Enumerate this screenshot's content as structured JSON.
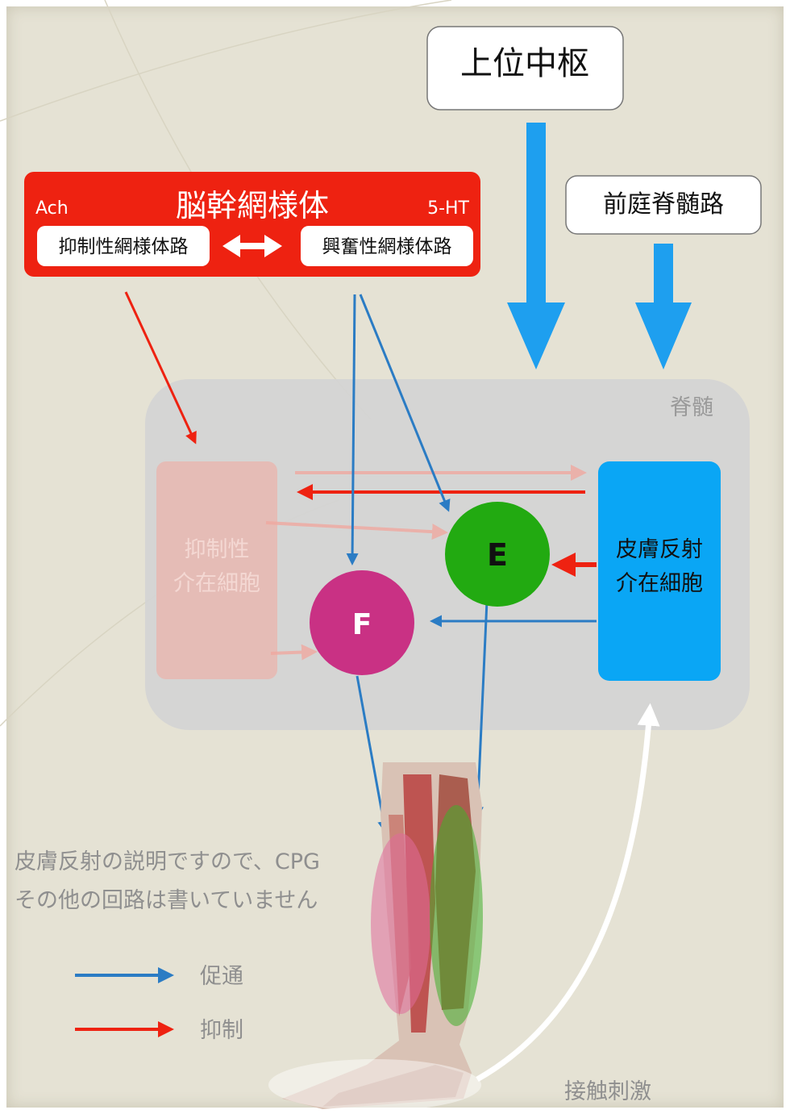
{
  "upper_center": {
    "label": "上位中枢"
  },
  "vestibulospinal": {
    "label": "前庭脊髄路"
  },
  "brainstem": {
    "title": "脳幹網様体",
    "left_tag": "Ach",
    "right_tag": "5-HT",
    "inhibitory_tract": "抑制性網様体路",
    "excitatory_tract": "興奮性網様体路"
  },
  "spinal_cord": {
    "label": "脊髄"
  },
  "inhibitory_interneuron": {
    "line1": "抑制性",
    "line2": "介在細胞"
  },
  "cutaneous_interneuron": {
    "line1": "皮膚反射",
    "line2": "介在細胞"
  },
  "extensor": {
    "label": "E"
  },
  "flexor": {
    "label": "F"
  },
  "note": {
    "line1": "皮膚反射の説明ですので、CPG",
    "line2": "その他の回路は書いていません"
  },
  "legend": {
    "facilitation": "促通",
    "inhibition": "抑制"
  },
  "stimulus": {
    "label": "接触刺激"
  },
  "colors": {
    "red": "#ee2211",
    "blue_arrow": "#1e9fef",
    "blue_line": "#2b7cc4",
    "cutaneous": "#0aa6f5",
    "extensor": "#22aa11",
    "flexor": "#c93184",
    "inhibitory_cell": "#e7b7b0",
    "spinal_box": "#d4d4d4",
    "paper": "#e5e2d4"
  }
}
